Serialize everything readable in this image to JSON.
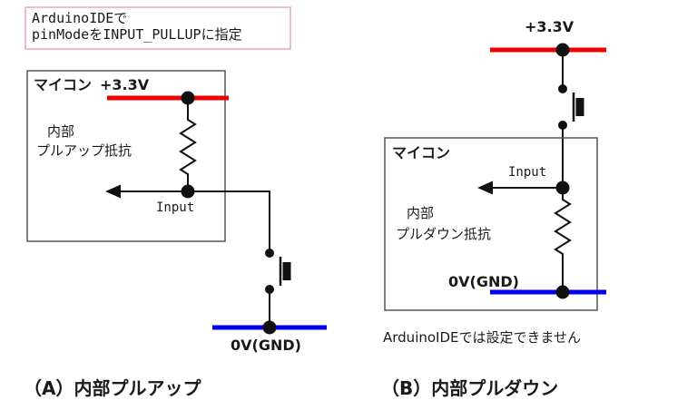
{
  "colors": {
    "power_red": "#ee0000",
    "ground_blue": "#0000ee",
    "wire_black": "#111111",
    "note_border": "#eba7ad"
  },
  "diagram_a": {
    "note": {
      "line1": "ArduinoIDEで",
      "line2": "pinModeをINPUT_PULLUPに指定"
    },
    "mcu_label": "マイコン",
    "power_label": "+3.3V",
    "resistor_label": {
      "line1": "内部",
      "line2": "プルアップ抵抗"
    },
    "input_label": "Input",
    "ground_label": "0V(GND)",
    "caption": "（A）内部プルアップ"
  },
  "diagram_b": {
    "power_label": "+3.3V",
    "mcu_label": "マイコン",
    "input_label": "Input",
    "resistor_label": {
      "line1": "内部",
      "line2": "プルダウン抵抗"
    },
    "ground_label": "0V(GND)",
    "note": "ArduinoIDEでは設定できません",
    "caption": "（B）内部プルダウン"
  }
}
